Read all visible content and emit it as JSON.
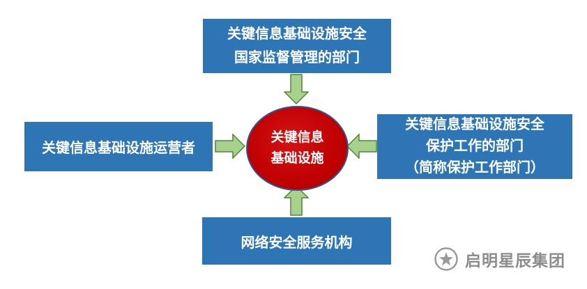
{
  "diagram": {
    "center": {
      "label": "关键信息\n基础设施"
    },
    "boxes": {
      "top": {
        "label": "关键信息基础设施安全\n国家监督管理的部门"
      },
      "left": {
        "label": "关键信息基础设施运营者"
      },
      "right": {
        "label": "关键信息基础设施安全\n保护工作的部门\n（简称保护工作部门）"
      },
      "bottom": {
        "label": "网络安全服务机构"
      }
    },
    "arrows": [
      {
        "from": "top-box",
        "direction": "down"
      },
      {
        "from": "left-box",
        "direction": "right"
      },
      {
        "from": "right-box",
        "direction": "left"
      },
      {
        "from": "bottom-box",
        "direction": "up"
      }
    ]
  },
  "watermark": {
    "text": "启明星辰集团"
  },
  "colors": {
    "box_blue": "#2E75B6",
    "center_red": "#C00000",
    "arrow_fill": "#A9D18E",
    "arrow_stroke": "#548235",
    "watermark_gray": "#8C8C8C",
    "text_white": "#FFFFFF"
  }
}
